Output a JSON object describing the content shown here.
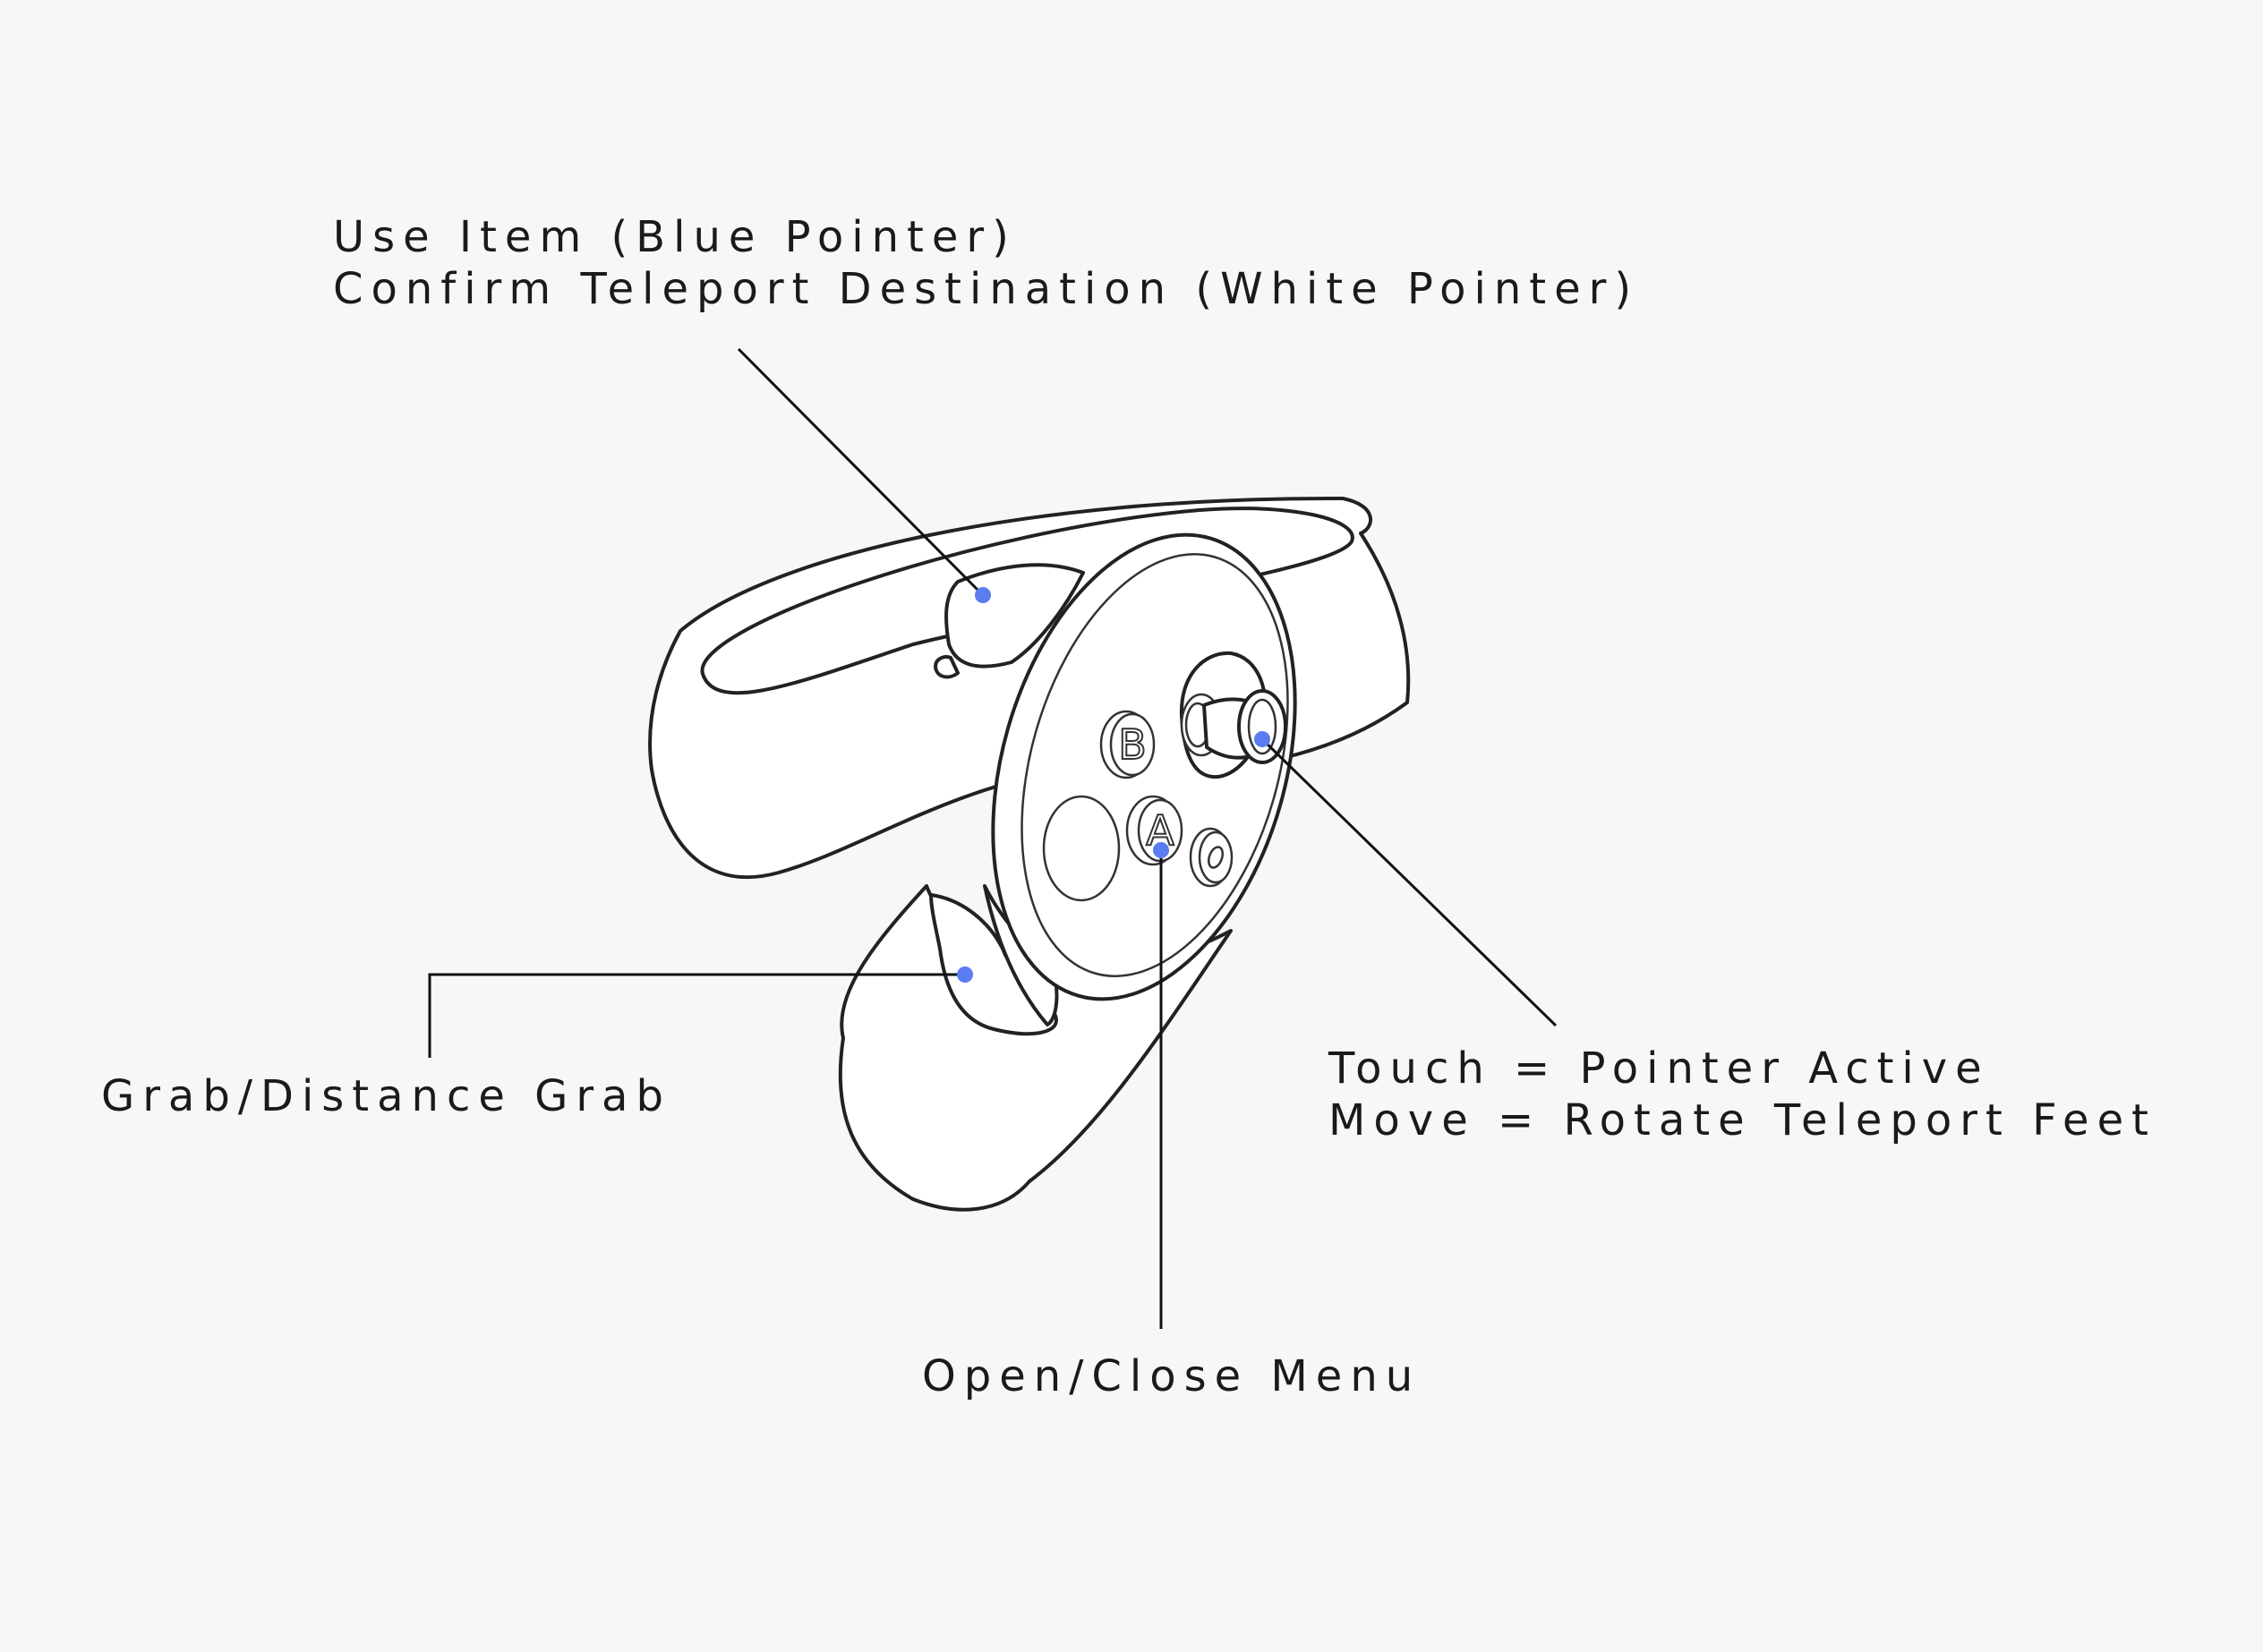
{
  "callouts": {
    "trigger": {
      "line1": "Use Item (Blue Pointer)",
      "line2": "Confirm Teleport Destination (White Pointer)"
    },
    "thumbstick": {
      "line1": "Touch = Pointer Active",
      "line2": "Move = Rotate Teleport Feet"
    },
    "grip": {
      "line1": "Grab/Distance Grab"
    },
    "a_button": {
      "line1": "Open/Close Menu"
    }
  },
  "controller": {
    "button_b": "B",
    "button_a": "A",
    "button_oculus": "O"
  },
  "colors": {
    "background": "#f7f7f7",
    "outline": "#222222",
    "marker": "#5b7cf0",
    "text": "#1a1a1a"
  }
}
